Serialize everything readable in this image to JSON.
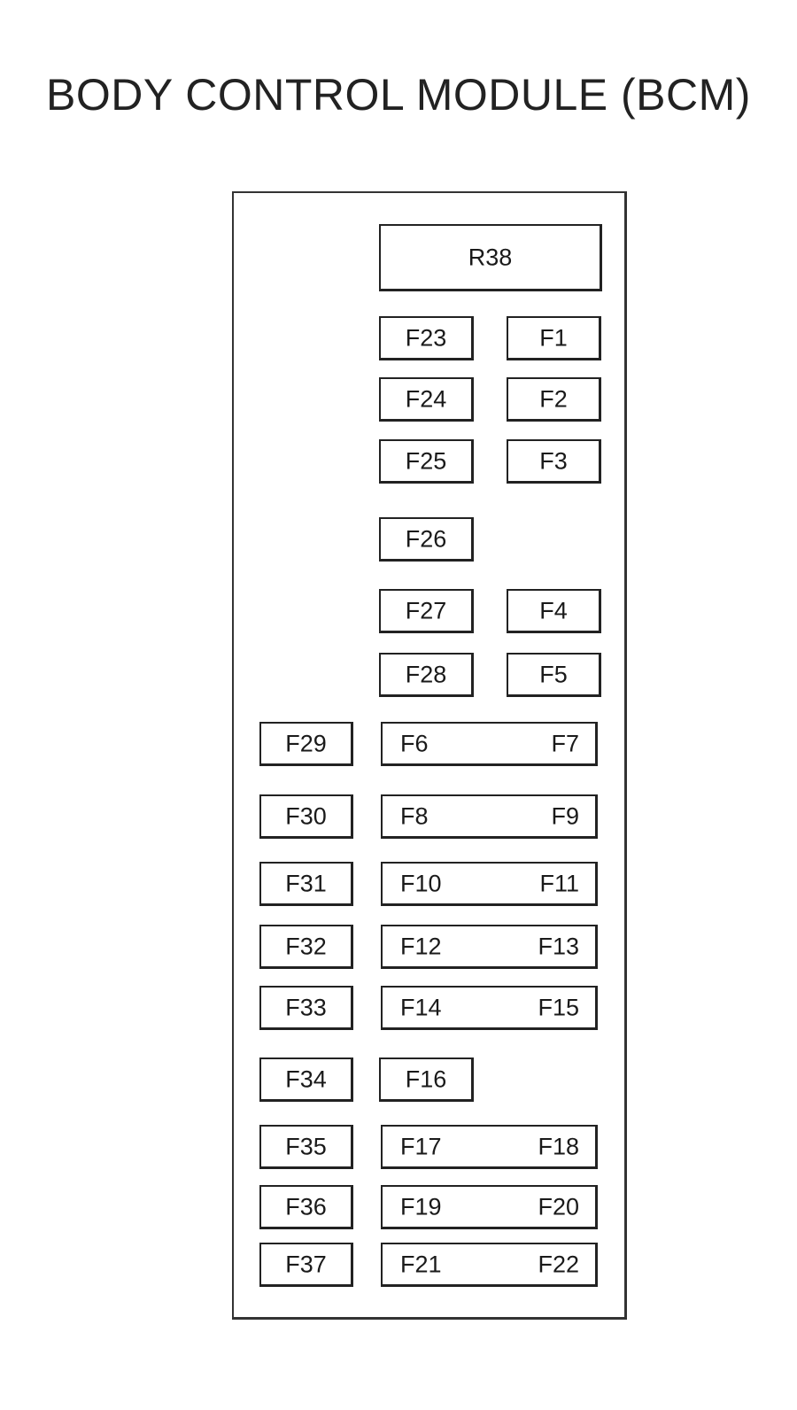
{
  "title": "BODY CONTROL MODULE (BCM)",
  "relay": {
    "label": "R38"
  },
  "fuses": {
    "F1": "F1",
    "F2": "F2",
    "F3": "F3",
    "F4": "F4",
    "F5": "F5",
    "F6": "F6",
    "F7": "F7",
    "F8": "F8",
    "F9": "F9",
    "F10": "F10",
    "F11": "F11",
    "F12": "F12",
    "F13": "F13",
    "F14": "F14",
    "F15": "F15",
    "F16": "F16",
    "F17": "F17",
    "F18": "F18",
    "F19": "F19",
    "F20": "F20",
    "F21": "F21",
    "F22": "F22",
    "F23": "F23",
    "F24": "F24",
    "F25": "F25",
    "F26": "F26",
    "F27": "F27",
    "F28": "F28",
    "F29": "F29",
    "F30": "F30",
    "F31": "F31",
    "F32": "F32",
    "F33": "F33",
    "F34": "F34",
    "F35": "F35",
    "F36": "F36",
    "F37": "F37"
  }
}
